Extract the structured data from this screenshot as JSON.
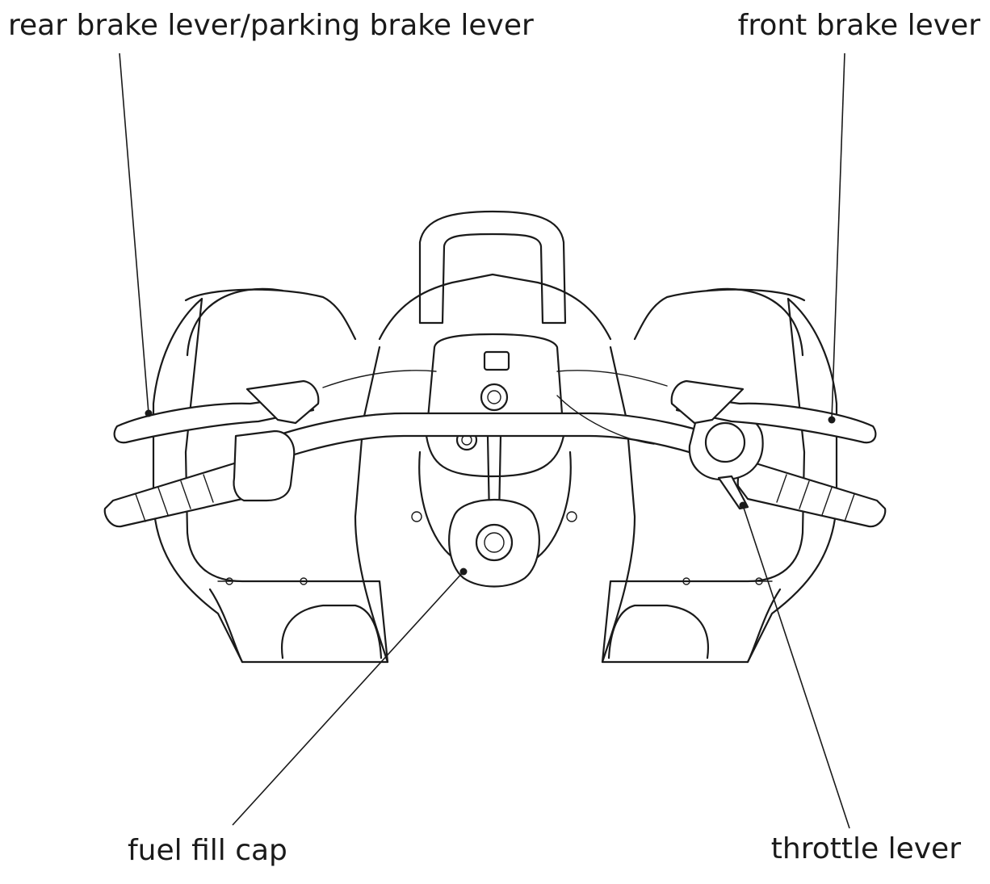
{
  "diagram": {
    "labels": {
      "rear_brake": "rear brake lever/parking brake lever",
      "front_brake": "front brake lever",
      "fuel_cap": "fuel fill cap",
      "throttle": "throttle lever"
    },
    "colors": {
      "ink": "#1a1a1a",
      "background": "#ffffff"
    }
  }
}
